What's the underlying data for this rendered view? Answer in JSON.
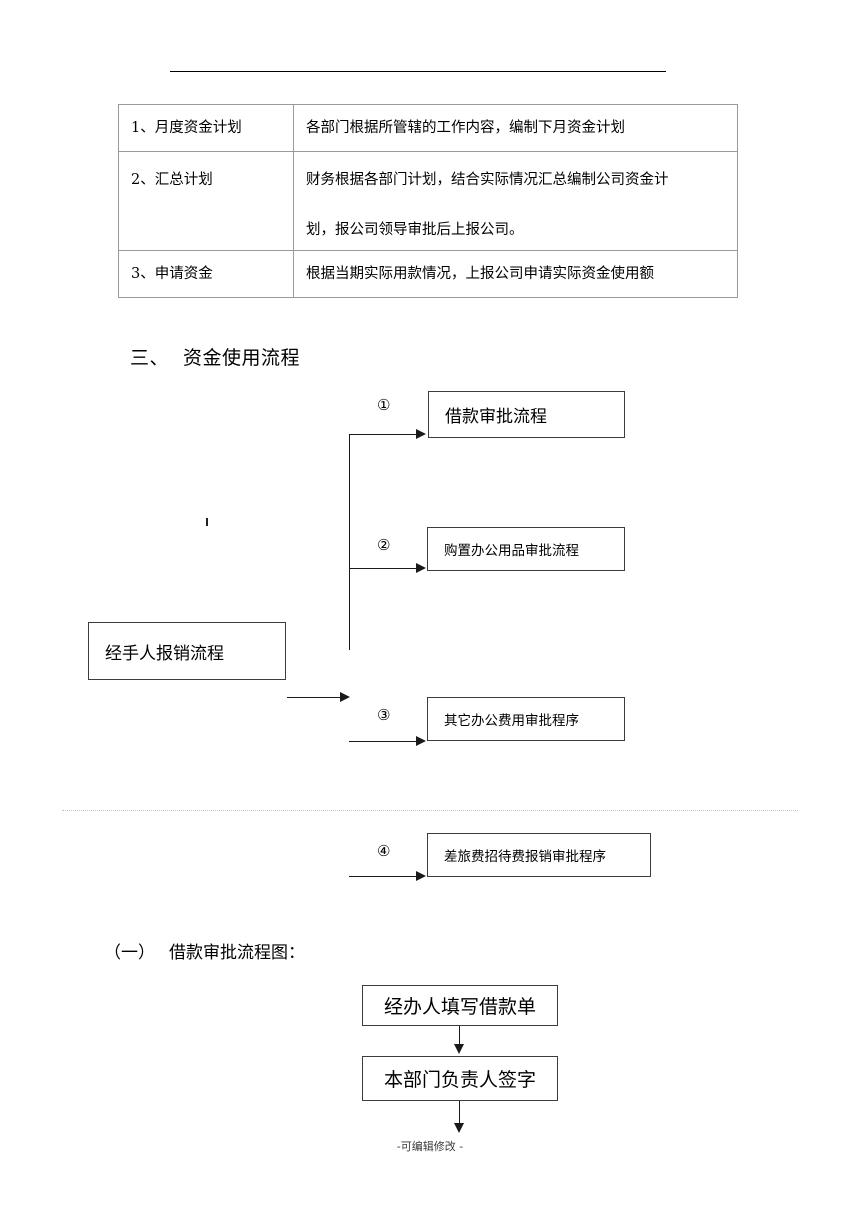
{
  "document": {
    "footer_note": "-可编辑修改 -"
  },
  "table": {
    "rows": [
      {
        "label": "1、月度资金计划",
        "desc_line1": "各部门根据所管辖的工作内容，编制下月资金计划",
        "desc_line2": ""
      },
      {
        "label": "2、汇总计划",
        "desc_line1": "财务根据各部门计划，结合实际情况汇总编制公司资金计",
        "desc_line2": "划，报公司领导审批后上报公司。"
      },
      {
        "label": "3、申请资金",
        "desc_line1": "根据当期实际用款情况，上报公司申请实际资金使用额",
        "desc_line2": ""
      }
    ]
  },
  "section": {
    "number": "三、",
    "title": "资金使用流程"
  },
  "flow": {
    "source_box": "经手人报销流程",
    "branches": [
      {
        "marker": "①",
        "label": "借款审批流程"
      },
      {
        "marker": "②",
        "label": "购置办公用品审批流程"
      },
      {
        "marker": "③",
        "label": "其它办公费用审批程序"
      },
      {
        "marker": "④",
        "label": "差旅费招待费报销审批程序"
      }
    ]
  },
  "subsection": {
    "number": "（一）",
    "title": "借款审批流程图："
  },
  "loan_flow": {
    "steps": [
      {
        "label": "经办人填写借款单"
      },
      {
        "label": "本部门负责人签字"
      }
    ]
  }
}
